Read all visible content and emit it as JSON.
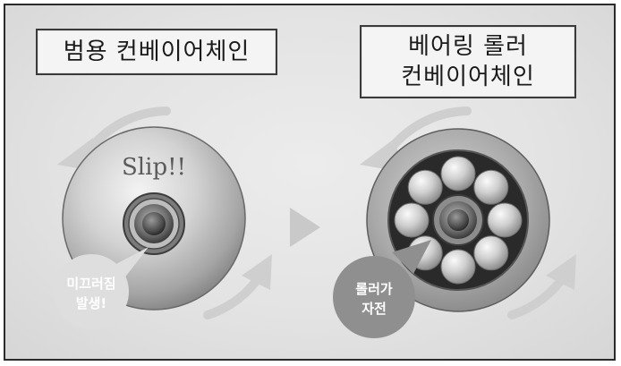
{
  "left_panel": {
    "title": "범용 컨베이어체인",
    "disc_text": "Slip!!",
    "bubble_lines": [
      "미끄러짐",
      "발생!"
    ]
  },
  "right_panel": {
    "title_lines": [
      "베어링 롤러",
      "컨베이어체인"
    ],
    "bubble_lines": [
      "롤러가",
      "자전"
    ]
  },
  "colors": {
    "background": "#e6e6e6",
    "arrow": "#cfcfcf",
    "left_bubble": "#dedede",
    "right_bubble": "#8f8f8f",
    "border": "#2b2b2b"
  }
}
